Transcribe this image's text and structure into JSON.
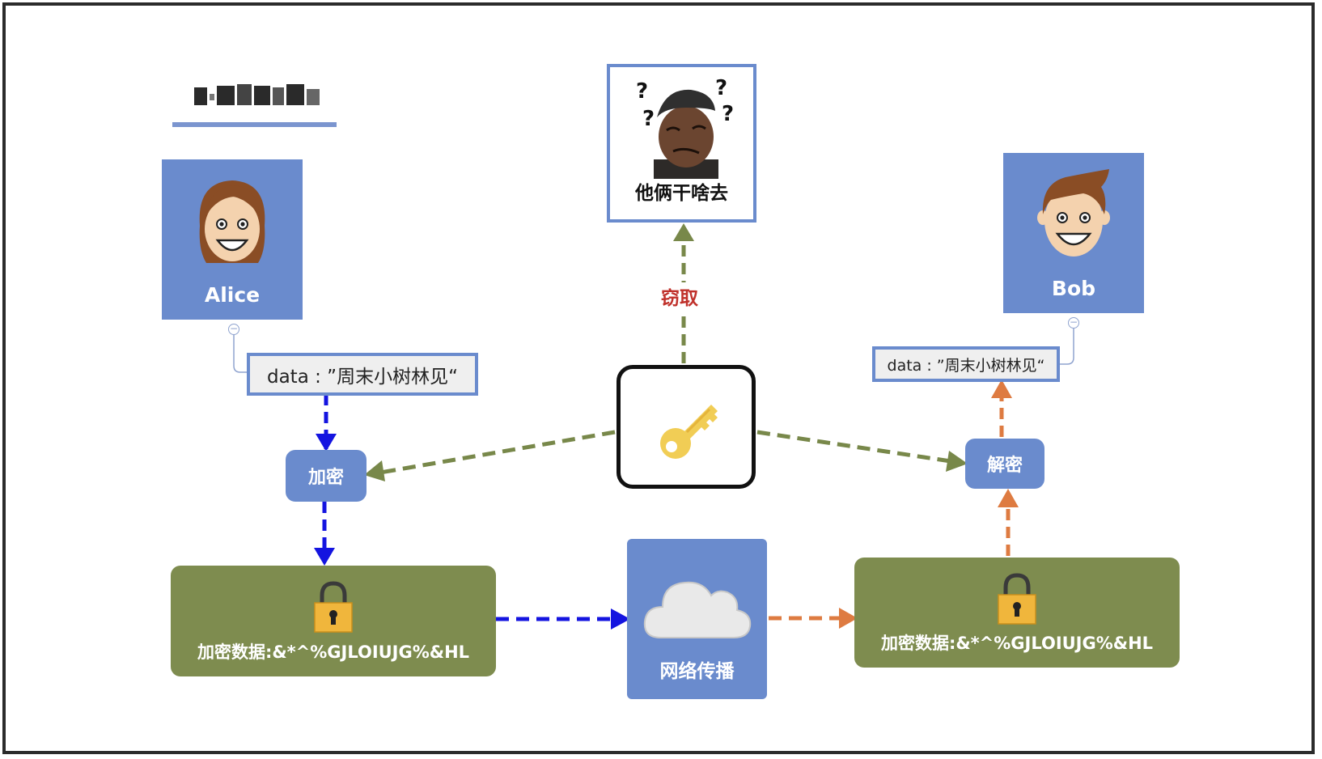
{
  "alice": {
    "name": "Alice",
    "data_label": "data : ”周末小树林见“"
  },
  "bob": {
    "name": "Bob",
    "data_label": "data : ”周末小树林见“"
  },
  "encrypt_step": "加密",
  "decrypt_step": "解密",
  "encrypted_left": "加密数据:&*^%GJLOIUJG%&HL",
  "encrypted_right": "加密数据:&*^%GJLOIUJG%&HL",
  "network": "网络传播",
  "observer": "他俩干啥去",
  "steal_label": "窃取",
  "colors": {
    "node_blue": "#6a8bcd",
    "encrypted_green": "#7e8c4f",
    "arrow_blue": "#1414e0",
    "arrow_olive": "#78884a",
    "arrow_orange": "#de7b41",
    "steal_red": "#c0312b",
    "key_gold": "#f1cd55"
  }
}
